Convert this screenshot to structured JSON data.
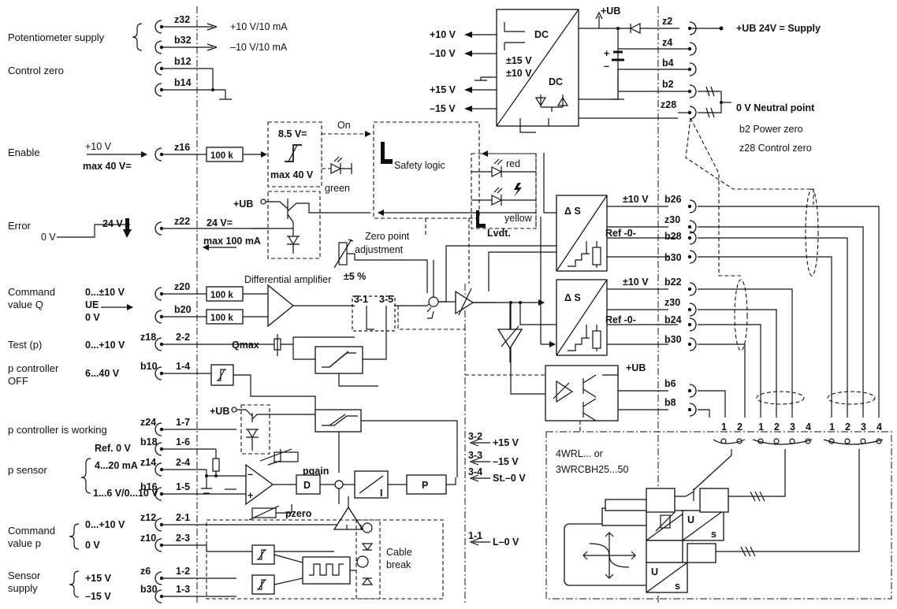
{
  "left_labels": {
    "potentiometer_supply": "Potentiometer supply",
    "control_zero": "Control zero",
    "enable": "Enable",
    "error": "Error",
    "command_value_q_1": "Command",
    "command_value_q_2": "value Q",
    "test_p": "Test (p)",
    "p_controller_off_1": "p controller",
    "p_controller_off_2": "OFF",
    "p_controller_working": "p controller is working",
    "p_sensor": "p sensor",
    "command_value_p_1": "Command",
    "command_value_p_2": "value p",
    "sensor_supply_1": "Sensor",
    "sensor_supply_2": "supply"
  },
  "signal_labels": {
    "pot_plus": "+10 V/10 mA",
    "pot_minus": "–10 V/10 mA",
    "enable_1": "+10 V",
    "enable_2": "max 40 V=",
    "error_0v": "0 V",
    "error_24v": "24 V",
    "error_24v_out": "24 V=",
    "error_max": "max 100 mA",
    "cmd_range": "0...±10 V",
    "cmd_ue": "UE",
    "cmd_0v": "0 V",
    "test_range": "0...+10 V",
    "off_range": "6...40 V",
    "sensor_ref": "Ref. 0 V",
    "sensor_ma": "4...20 mA",
    "sensor_v": "1...6 V/0...10 V",
    "cmdp_range": "0...+10 V",
    "cmdp_0v": "0 V",
    "supply_plus": "+15 V",
    "supply_minus": "–15 V"
  },
  "pins_left": [
    "z32",
    "b32",
    "b12",
    "b14",
    "z16",
    "z22",
    "z20",
    "b20",
    "z18",
    "b10",
    "z24",
    "b18",
    "z14",
    "b16",
    "z12",
    "z10",
    "z6",
    "b30"
  ],
  "inner_pins": {
    "p22": "2-2",
    "p14": "1-4",
    "p17": "1-7",
    "p16": "1-6",
    "p24": "2-4",
    "p15": "1-5",
    "p21": "2-1",
    "p23": "2-3",
    "p12": "1-2",
    "p13": "1-3",
    "p31": "3-1",
    "p35": "3-5",
    "p32": "3-2",
    "p33": "3-3",
    "p34": "3-4",
    "p11": "1-1"
  },
  "blocks": {
    "resistor": "100 k",
    "threshold_1": "8.5 V=",
    "threshold_2": "max 40 V",
    "on": "On",
    "green": "green",
    "safety_logic": "Safety logic",
    "red": "red",
    "yellow": "yellow",
    "lvdt": "Lvdt.",
    "zero_point_1": "Zero point",
    "zero_point_2": "adjustment",
    "pm5": "±5 %",
    "diff_amp": "Differential amplifier",
    "qmax": "Qmax",
    "pgain": "pgain",
    "pzero": "pzero",
    "d": "D",
    "i": "I",
    "p": "P",
    "cable_1": "Cable",
    "cable_2": "break",
    "ub": "+UB",
    "dc": "DC",
    "pm15": "±15 V",
    "pm10": "±10 V",
    "delta_s": "Δ S",
    "ref0": "Ref -0-"
  },
  "supply_outputs": [
    "+10 V",
    "–10 V",
    "+15 V",
    "–15 V"
  ],
  "pins_right": {
    "z2": "z2",
    "z4": "z4",
    "b4": "b4",
    "b2": "b2",
    "z28": "z28",
    "b26": "b26",
    "z30a": "z30",
    "b28": "b28",
    "b30a": "b30",
    "b22": "b22",
    "z30b": "z30",
    "b24": "b24",
    "b30b": "b30",
    "b6": "b6",
    "b8": "b8"
  },
  "right_labels": {
    "supply": "+UB 24V = Supply",
    "neutral": "0 V Neutral point",
    "b2_power": "b2 Power zero",
    "z28_control": "z28 Control zero",
    "pm10v": "±10 V",
    "out_p15": "+15 V",
    "out_m15": "–15 V",
    "st0v": "St.–0 V",
    "l0v": "L–0 V",
    "valve_1": "4WRL... or",
    "valve_2": "3WRCBH25...50",
    "u": "U",
    "s": "s"
  },
  "connector_numbers_a": [
    "1",
    "2"
  ],
  "connector_numbers_b": [
    "1",
    "2",
    "3",
    "4"
  ],
  "connector_numbers_c": [
    "1",
    "2",
    "3",
    "4"
  ]
}
